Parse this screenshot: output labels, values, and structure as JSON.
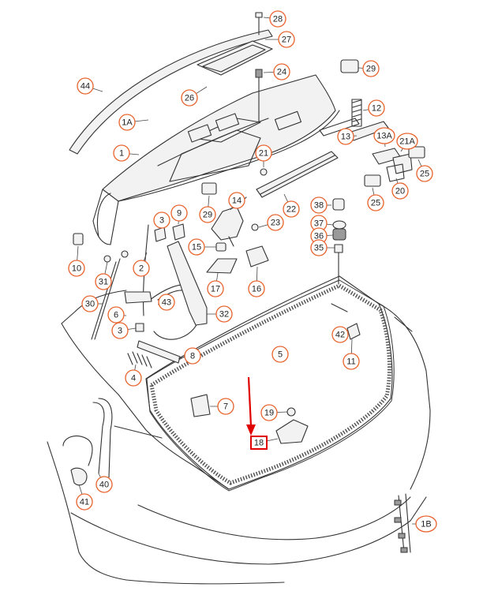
{
  "diagram": {
    "callouts": [
      {
        "id": "c28",
        "label": "28"
      },
      {
        "id": "c27",
        "label": "27"
      },
      {
        "id": "c24",
        "label": "24"
      },
      {
        "id": "c26",
        "label": "26"
      },
      {
        "id": "c29a",
        "label": "29"
      },
      {
        "id": "c44",
        "label": "44"
      },
      {
        "id": "c12",
        "label": "12"
      },
      {
        "id": "c1A",
        "label": "1A"
      },
      {
        "id": "c13",
        "label": "13"
      },
      {
        "id": "c13A",
        "label": "13A"
      },
      {
        "id": "c21A",
        "label": "21A"
      },
      {
        "id": "c1",
        "label": "1"
      },
      {
        "id": "c21",
        "label": "21"
      },
      {
        "id": "c25a",
        "label": "25"
      },
      {
        "id": "c20",
        "label": "20"
      },
      {
        "id": "c25b",
        "label": "25"
      },
      {
        "id": "c38",
        "label": "38"
      },
      {
        "id": "c14",
        "label": "14"
      },
      {
        "id": "c22",
        "label": "22"
      },
      {
        "id": "c3a",
        "label": "3"
      },
      {
        "id": "c9",
        "label": "9"
      },
      {
        "id": "c29b",
        "label": "29"
      },
      {
        "id": "c37",
        "label": "37"
      },
      {
        "id": "c23",
        "label": "23"
      },
      {
        "id": "c36",
        "label": "36"
      },
      {
        "id": "c15",
        "label": "15"
      },
      {
        "id": "c35",
        "label": "35"
      },
      {
        "id": "c10",
        "label": "10"
      },
      {
        "id": "c2",
        "label": "2"
      },
      {
        "id": "c17",
        "label": "17"
      },
      {
        "id": "c16",
        "label": "16"
      },
      {
        "id": "c31",
        "label": "31"
      },
      {
        "id": "c30",
        "label": "30"
      },
      {
        "id": "c43",
        "label": "43"
      },
      {
        "id": "c6",
        "label": "6"
      },
      {
        "id": "c32",
        "label": "32"
      },
      {
        "id": "c3b",
        "label": "3"
      },
      {
        "id": "c42",
        "label": "42"
      },
      {
        "id": "c5",
        "label": "5"
      },
      {
        "id": "c8",
        "label": "8"
      },
      {
        "id": "c11",
        "label": "11"
      },
      {
        "id": "c4",
        "label": "4"
      },
      {
        "id": "c7",
        "label": "7"
      },
      {
        "id": "c19",
        "label": "19"
      },
      {
        "id": "c18",
        "label": "18"
      },
      {
        "id": "c40",
        "label": "40"
      },
      {
        "id": "c41",
        "label": "41"
      },
      {
        "id": "c1B",
        "label": "1B"
      }
    ],
    "highlight": {
      "part": "18",
      "color": "#e00000"
    },
    "accent_color": "#e8622c"
  }
}
